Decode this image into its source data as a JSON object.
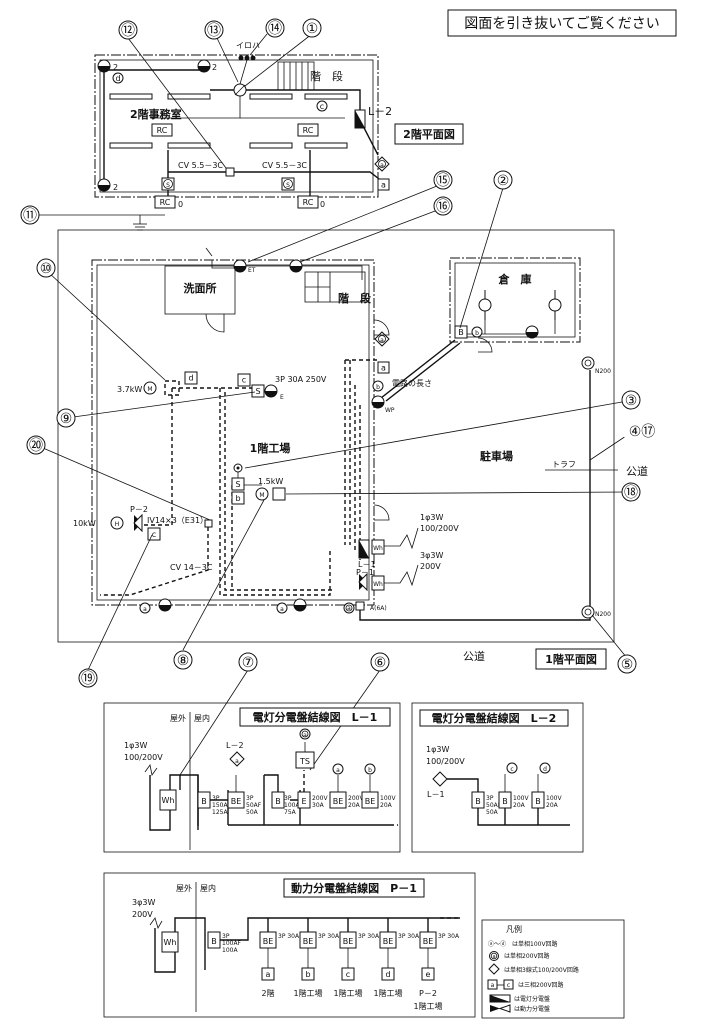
{
  "header": {
    "instruction": "図面を引き抜いてご覧ください"
  },
  "floor2": {
    "title": "2階平面図",
    "office": "2階事務室",
    "stairs": "階　段",
    "panel": "L－2",
    "cable1": "CV 5.5－3C",
    "cable2": "CV 5.5－3C",
    "rc": "RC",
    "zero": "0",
    "two": "2",
    "iroha": "イロハ",
    "s": "S",
    "circ_c": "c",
    "circ_d": "d",
    "circ_a": "a",
    "box_a": "a"
  },
  "floor1": {
    "title": "1階平面図",
    "wash": "洗面所",
    "stairs": "階　段",
    "warehouse": "倉　庫",
    "factory": "1階工場",
    "parking": "駐車場",
    "road": "公道",
    "road_bottom": "公道",
    "trough": "トラフ",
    "wire_len": "電路の長さ",
    "motor1": "3.7kW",
    "motor2": "1.5kW",
    "heater": "10kW",
    "outlet": "3P 30A 250V",
    "p2": "P－2",
    "iv": "IV14×3（E31）",
    "cv14": "CV 14－3C",
    "l1": "L－1",
    "p1": "P－1",
    "supply1": "1φ3W",
    "supply1b": "100/200V",
    "supply3": "3φ3W",
    "supply3b": "200V",
    "n200a": "N200",
    "n200b": "N200",
    "a6a": "A(6A)",
    "et": "ET",
    "wp": "WP",
    "e": "E",
    "box_d": "d",
    "box_c": "c",
    "box_b": "b",
    "box_c2": "c",
    "circ_b": "b",
    "circ_a": "a",
    "wh": "Wh",
    "b": "B",
    "s": "S",
    "m": "M",
    "h": "H"
  },
  "callouts": [
    "①",
    "②",
    "③",
    "④⑰",
    "⑤",
    "⑥",
    "⑦",
    "⑧",
    "⑨",
    "⑩",
    "⑪",
    "⑫",
    "⑬",
    "⑭",
    "⑮",
    "⑯",
    "⑱",
    "⑲",
    "⑳"
  ],
  "l1diag": {
    "title": "電灯分電盤結線図　L－1",
    "outside": "屋外",
    "inside": "屋内",
    "supply": "1φ3W",
    "supply_v": "100/200V",
    "wh": "Wh",
    "main": "3P\n150AF\n125A",
    "be1": "3P\n50AF\n50A",
    "b2": "3P\n100AF\n75A",
    "e1": "200V\n30A",
    "be2": "200V\n20A",
    "be3": "100V\n20A",
    "l2": "L－2",
    "ts": "TS",
    "a_circ": "a",
    "b_circ": "b",
    "a_double": "a",
    "B": "B",
    "BE": "BE",
    "E": "E"
  },
  "l2diag": {
    "title": "電灯分電盤結線図　L－2",
    "supply": "1φ3W",
    "supply_v": "100/200V",
    "l1": "L－1",
    "main": "3P\n50AF\n50A",
    "b1": "100V\n20A",
    "b2": "100V\n20A",
    "c_circ": "c",
    "d_circ": "d",
    "B": "B"
  },
  "p1diag": {
    "title": "動力分電盤結線図　P－1",
    "outside": "屋外",
    "inside": "屋内",
    "supply": "3φ3W",
    "supply_v": "200V",
    "wh": "Wh",
    "main": "3P\n100AF\n100A",
    "branch": "3P\n30A",
    "branch_labels": [
      "a",
      "b",
      "c",
      "d",
      "e"
    ],
    "locations": [
      "2階",
      "1階工場",
      "1階工場",
      "1階工場",
      "P－2"
    ],
    "last_sub": "1階工場",
    "B": "B",
    "BE": "BE"
  },
  "legend": {
    "title": "凡例",
    "r1": "ⓐ～ⓓ　は単相100V回路",
    "r2": "は単相200V回路",
    "r3": "は単相3線式100/200V回路",
    "r4": "は三相200V回路",
    "r5": "は電灯分電盤",
    "r6": "は動力分電盤",
    "r4a": "a",
    "r4c": "c",
    "r2a": "a"
  }
}
